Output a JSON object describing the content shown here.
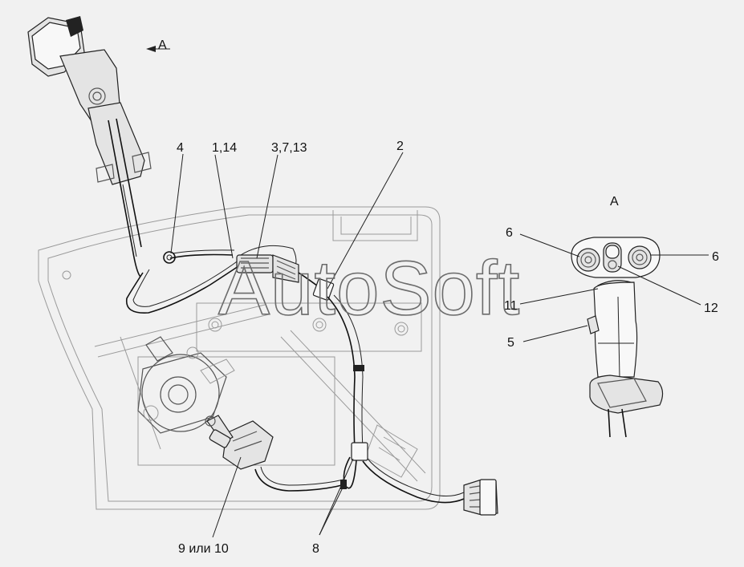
{
  "view_arrow_label": "A",
  "view_title": "A",
  "watermark": "AutoSoft",
  "callouts": {
    "c4": "4",
    "c1_14": "1,14",
    "c3_7_13": "3,7,13",
    "c2": "2",
    "c6_left": "6",
    "c6_right": "6",
    "c11": "11",
    "c12": "12",
    "c5": "5",
    "c9_10": "9 или 10",
    "c8": "8"
  }
}
